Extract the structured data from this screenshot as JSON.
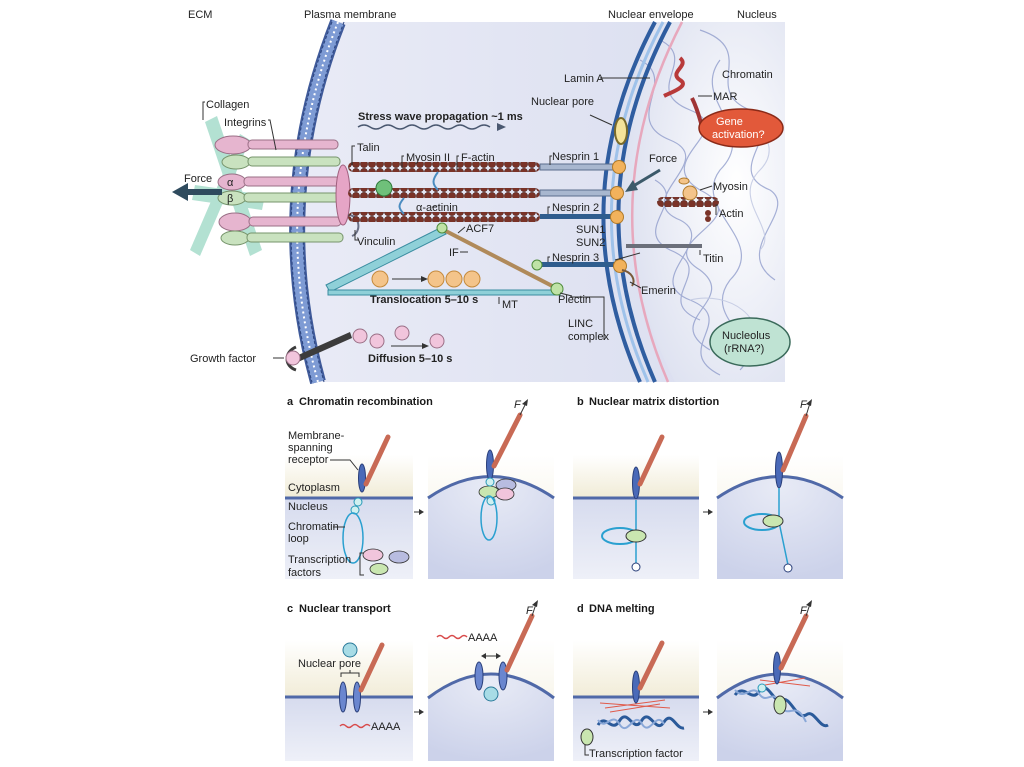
{
  "main_panel": {
    "region_labels": {
      "ecm": "ECM",
      "plasma_membrane": "Plasma membrane",
      "nuclear_envelope": "Nuclear envelope",
      "nucleus": "Nucleus"
    },
    "labels": {
      "collagen": "Collagen",
      "integrins": "Integrins",
      "force_left": "Force",
      "alpha": "α",
      "beta": "β",
      "talin": "Talin",
      "myosin_ii": "Myosin II",
      "f_actin": "F-actin",
      "alpha_actinin": "α-actinin",
      "vinculin": "Vinculin",
      "acf7": "ACF7",
      "if": "IF",
      "mt": "MT",
      "plectin": "Plectin",
      "nesprin1": "Nesprin 1",
      "nesprin2": "Nesprin 2",
      "nesprin3": "Nesprin 3",
      "sun1": "SUN1",
      "sun2": "SUN2",
      "linc_line1": "LINC",
      "linc_line2": "complex",
      "lamin_a": "Lamin A",
      "nuclear_pore": "Nuclear pore",
      "force_nuclear": "Force",
      "emerin": "Emerin",
      "chromatin": "Chromatin",
      "mar": "MAR",
      "gene_activation_line1": "Gene",
      "gene_activation_line2": "activation?",
      "myosin": "Myosin",
      "actin": "Actin",
      "titin": "Titin",
      "nucleolus_line1": "Nucleolus",
      "nucleolus_line2": "(rRNA?)",
      "growth_factor": "Growth factor"
    },
    "annotations": {
      "stress_wave": "Stress wave propagation ~1 ms",
      "translocation": "Translocation 5–10 s",
      "diffusion": "Diffusion 5–10 s"
    }
  },
  "panels": [
    {
      "letter": "a",
      "title": "Chromatin recombination",
      "force_label": "F",
      "labels": {
        "receptor_line1": "Membrane-",
        "receptor_line2": "spanning",
        "receptor_line3": "receptor",
        "cytoplasm": "Cytoplasm",
        "nucleus": "Nucleus",
        "chromatin_line1": "Chromatin",
        "chromatin_line2": "loop",
        "tf_line1": "Transcription",
        "tf_line2": "factors"
      }
    },
    {
      "letter": "b",
      "title": "Nuclear matrix distortion",
      "force_label": "F"
    },
    {
      "letter": "c",
      "title": "Nuclear transport",
      "force_label": "F",
      "labels": {
        "nuclear_pore": "Nuclear pore",
        "polya_before": "AAAA",
        "polya_after": "AAAA"
      }
    },
    {
      "letter": "d",
      "title": "DNA melting",
      "force_label": "F",
      "labels": {
        "transcription_factor": "Transcription factor"
      }
    }
  ],
  "colors": {
    "cytoplasm": "#dfe3f2",
    "membrane": "#5b78b8",
    "nuclear_envelope": "#2f5da0",
    "lamina": "#e7a8bd",
    "actin": "#7a3328",
    "integrin_pink": "#e6b5cf",
    "integrin_green": "#c9e2bf",
    "collagen": "#a6dccb",
    "linc_orange": "#f2b25c",
    "gene_activation": "#e2593a",
    "nucleolus": "#bfe3d3",
    "receptor_rod": "#d0745b",
    "panel_nucleus": "#d8dcef",
    "panel_cytoplasm": "#f5f1e2"
  }
}
